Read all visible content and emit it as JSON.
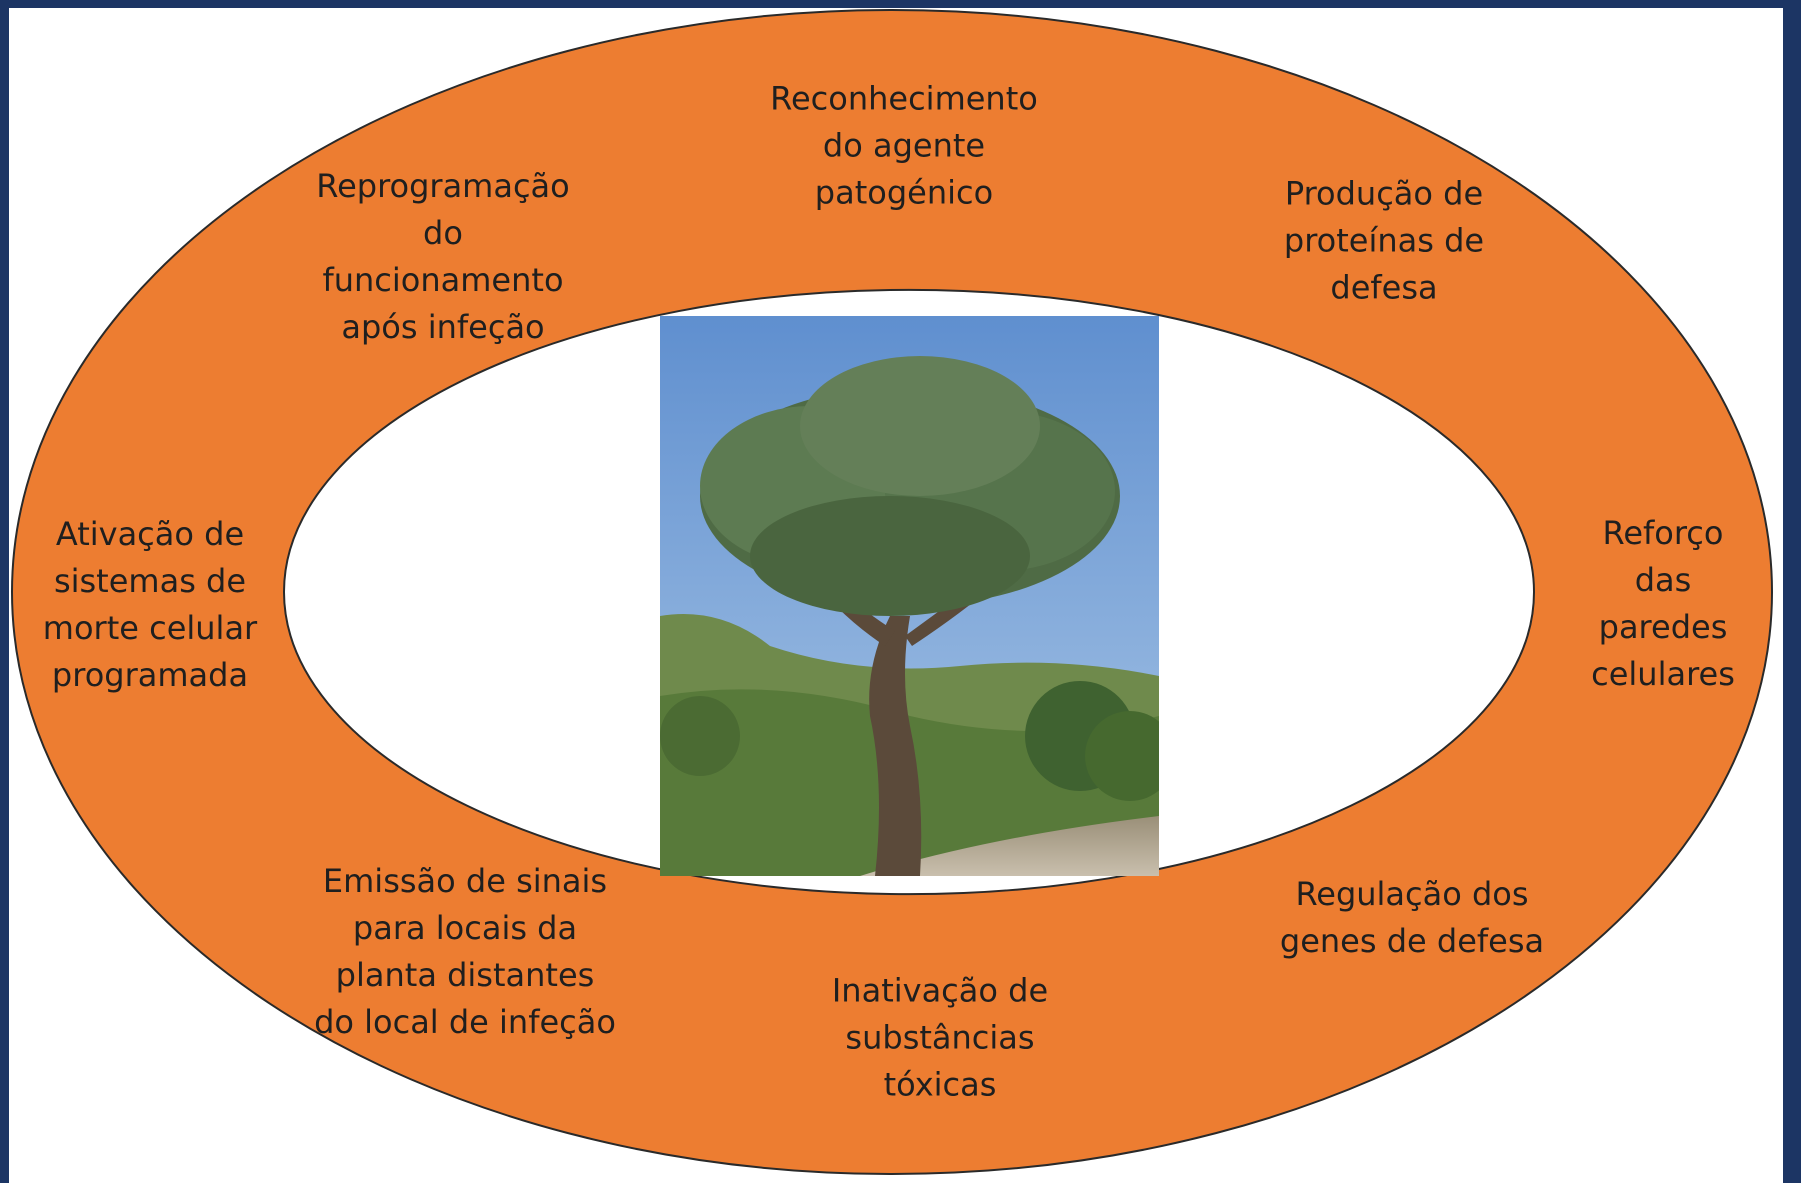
{
  "diagram": {
    "ring_color": "#ed7d31",
    "border_color": "#1c3564",
    "center_image": "tree-photo",
    "labels": [
      {
        "id": "reconhecimento",
        "text": "Reconhecimento\ndo agente\npatogénico"
      },
      {
        "id": "producao",
        "text": "Produção de\nproteínas de\ndefesa"
      },
      {
        "id": "reforco",
        "text": "Reforço das\nparedes\ncelulares"
      },
      {
        "id": "regulacao",
        "text": "Regulação dos\ngenes de defesa"
      },
      {
        "id": "inativacao",
        "text": "Inativação de\nsubstâncias\ntóxicas"
      },
      {
        "id": "emissao",
        "text": "Emissão de sinais\npara locais da\nplanta distantes\ndo local de infeção"
      },
      {
        "id": "ativacao",
        "text": "Ativação de\nsistemas de\nmorte celular\nprogramada"
      },
      {
        "id": "reprogramacao",
        "text": "Reprogramação\ndo\nfuncionamento\napós infeção"
      }
    ]
  }
}
